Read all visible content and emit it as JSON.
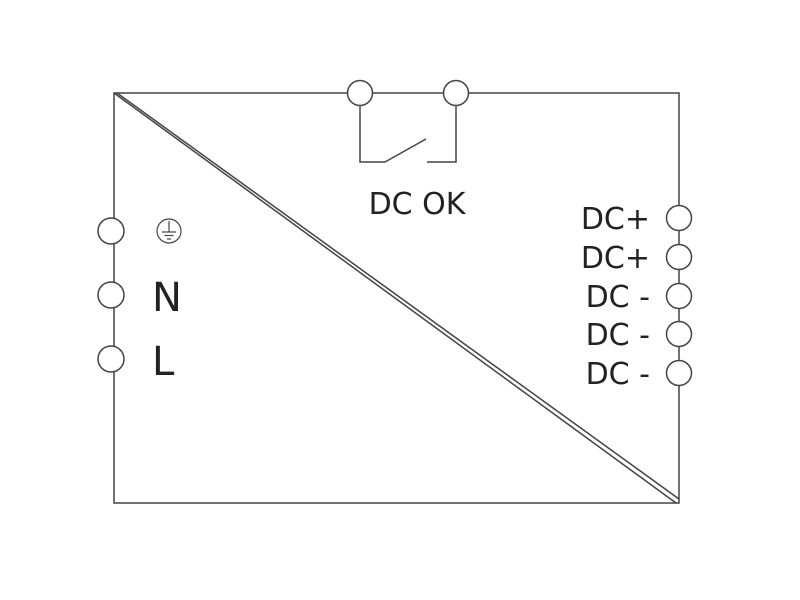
{
  "diagram": {
    "relay_label": "DC OK",
    "input_terminals": {
      "ground_label": "",
      "neutral_label": "N",
      "line_label": "L"
    },
    "output_terminals": [
      {
        "label": "DC+"
      },
      {
        "label": "DC+"
      },
      {
        "label": "DC -"
      },
      {
        "label": "DC -"
      },
      {
        "label": "DC -"
      }
    ],
    "colors": {
      "stroke": "#444444",
      "terminal_fill": "#ffffff",
      "text": "#222222"
    }
  }
}
